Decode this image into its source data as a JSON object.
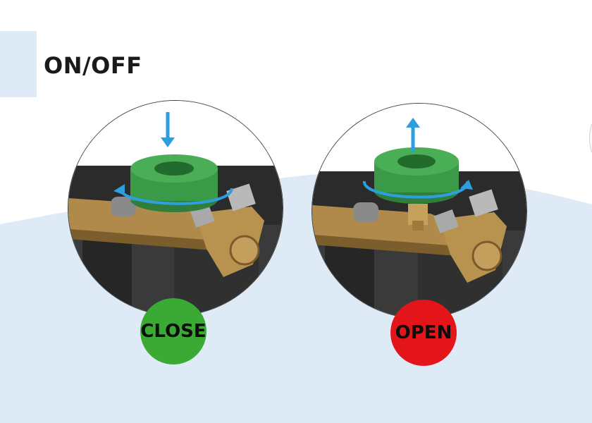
{
  "page": {
    "title": "ON/OFF"
  },
  "panels": [
    {
      "state_label": "CLOSE",
      "direction": "down-arrow",
      "badge_color": "#3aaa35"
    },
    {
      "state_label": "OPEN",
      "direction": "up-arrow",
      "badge_color": "#e3151b"
    }
  ],
  "colors": {
    "background": "#ffffff",
    "wave": "#deebf7",
    "arrow": "#2d9ee0",
    "knob": "#3b9a48"
  }
}
